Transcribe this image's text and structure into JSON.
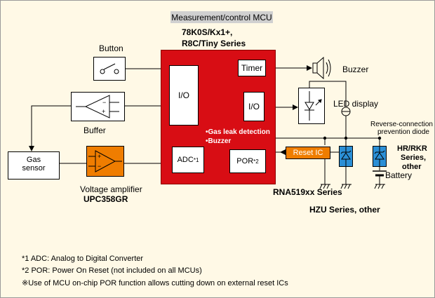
{
  "header": {
    "mcu_banner": "Measurement/control MCU",
    "mcu_model_line1": "78K0S/Kx1+,",
    "mcu_model_line2": "R8C/Tiny Series"
  },
  "mcu": {
    "io_left": "I/O",
    "timer": "Timer",
    "io_right": "I/O",
    "gas_leak": "•Gas leak detection",
    "buzzer_feature": "•Buzzer",
    "adc": "ADC",
    "adc_sup": "*1",
    "por": "POR",
    "por_sup": "*2"
  },
  "labels": {
    "button": "Button",
    "buffer": "Buffer",
    "gas_sensor_line1": "Gas",
    "gas_sensor_line2": "sensor",
    "voltage_amplifier": "Voltage amplifier",
    "amp_part": "UPC358GR",
    "buzzer": "Buzzer",
    "led_display": "LED display",
    "reverse_line1": "Reverse-connection",
    "reverse_line2": "prevention diode",
    "hr_line1": "HR/RKR",
    "hr_line2": "Series,",
    "hr_line3": "other",
    "battery": "Battery",
    "reset_ic": "Reset IC",
    "rna_series": "RNA519xx Series",
    "hzu_series": "HZU Series, other"
  },
  "notes": [
    "*1 ADC: Analog to Digital Converter",
    "*2 POR: Power On Reset (not included on all MCUs)",
    "※Use of MCU on-chip POR function allows cutting down on external reset ICs"
  ],
  "colors": {
    "background": "#fff9e6",
    "mcu_red": "#d80d14",
    "amp_orange": "#ef7d00",
    "reset_ic_orange": "#ef7d00",
    "zener_blue": "#2b8fd6",
    "banner_gray": "#d0d0d0"
  }
}
